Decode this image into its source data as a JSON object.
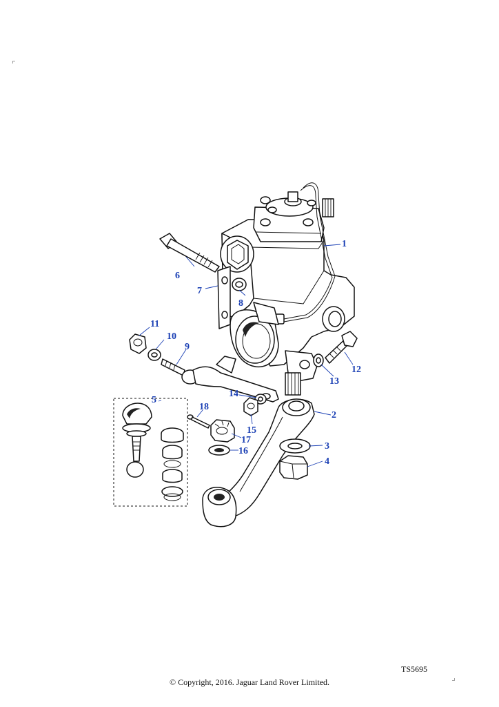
{
  "diagram": {
    "drawing_ref": "TS5695",
    "copyright": "© Copyright, 2016. Jaguar Land Rover Limited.",
    "callouts": [
      {
        "id": "1",
        "label": "1"
      },
      {
        "id": "2",
        "label": "2"
      },
      {
        "id": "3",
        "label": "3"
      },
      {
        "id": "4",
        "label": "4"
      },
      {
        "id": "5",
        "label": "5"
      },
      {
        "id": "6",
        "label": "6"
      },
      {
        "id": "7",
        "label": "7"
      },
      {
        "id": "8",
        "label": "8"
      },
      {
        "id": "9",
        "label": "9"
      },
      {
        "id": "10",
        "label": "10"
      },
      {
        "id": "11",
        "label": "11"
      },
      {
        "id": "12",
        "label": "12"
      },
      {
        "id": "13",
        "label": "13"
      },
      {
        "id": "14",
        "label": "14"
      },
      {
        "id": "15",
        "label": "15"
      },
      {
        "id": "16",
        "label": "16"
      },
      {
        "id": "17",
        "label": "17"
      },
      {
        "id": "18",
        "label": "18"
      }
    ],
    "colors": {
      "callout": "#1a3fb4",
      "line": "#111111",
      "background": "#ffffff"
    }
  }
}
